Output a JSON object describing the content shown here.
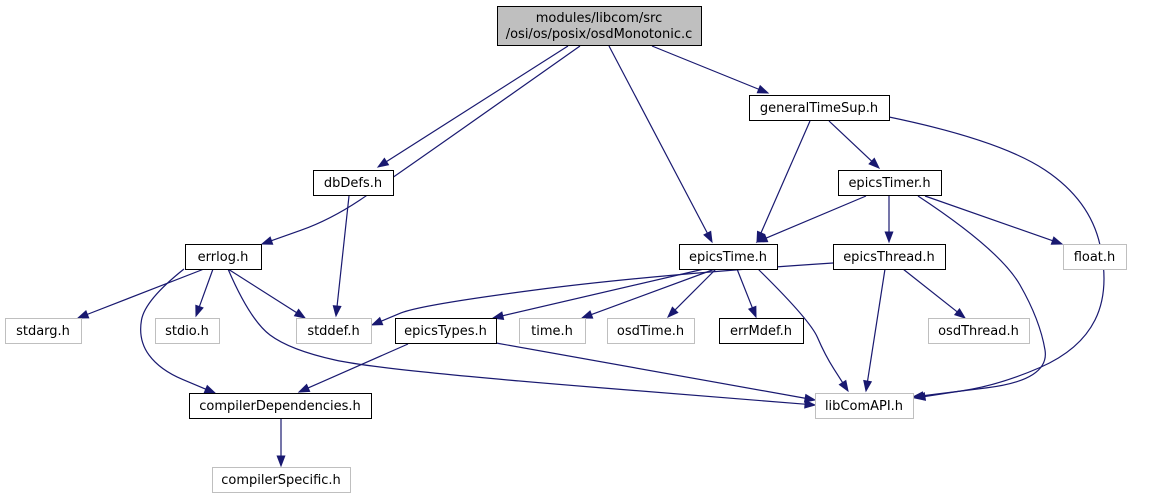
{
  "colors": {
    "root_fill": "#bfbfbf",
    "root_border": "#000000",
    "local_fill": "#ffffff",
    "local_border": "#000000",
    "external_fill": "#ffffff",
    "external_border": "#bfbfbf",
    "edge": "#191970",
    "text": "#000000"
  },
  "nodes": [
    {
      "id": "root",
      "kind": "root",
      "lines": [
        "modules/libcom/src",
        "/osi/os/posix/osdMonotonic.c"
      ]
    },
    {
      "id": "generalTimeSup",
      "kind": "local",
      "lines": [
        "generalTimeSup.h"
      ]
    },
    {
      "id": "dbDefs",
      "kind": "local",
      "lines": [
        "dbDefs.h"
      ]
    },
    {
      "id": "epicsTimer",
      "kind": "local",
      "lines": [
        "epicsTimer.h"
      ]
    },
    {
      "id": "errlog",
      "kind": "local",
      "lines": [
        "errlog.h"
      ]
    },
    {
      "id": "epicsTime",
      "kind": "local",
      "lines": [
        "epicsTime.h"
      ]
    },
    {
      "id": "epicsThread",
      "kind": "local",
      "lines": [
        "epicsThread.h"
      ]
    },
    {
      "id": "float",
      "kind": "external",
      "lines": [
        "float.h"
      ]
    },
    {
      "id": "stdarg",
      "kind": "external",
      "lines": [
        "stdarg.h"
      ]
    },
    {
      "id": "stdio",
      "kind": "external",
      "lines": [
        "stdio.h"
      ]
    },
    {
      "id": "stddef",
      "kind": "external",
      "lines": [
        "stddef.h"
      ]
    },
    {
      "id": "epicsTypes",
      "kind": "local",
      "lines": [
        "epicsTypes.h"
      ]
    },
    {
      "id": "time",
      "kind": "external",
      "lines": [
        "time.h"
      ]
    },
    {
      "id": "osdTime",
      "kind": "external",
      "lines": [
        "osdTime.h"
      ]
    },
    {
      "id": "errMdef",
      "kind": "local",
      "lines": [
        "errMdef.h"
      ]
    },
    {
      "id": "osdThread",
      "kind": "external",
      "lines": [
        "osdThread.h"
      ]
    },
    {
      "id": "compilerDependencies",
      "kind": "local",
      "lines": [
        "compilerDependencies.h"
      ]
    },
    {
      "id": "libComAPI",
      "kind": "external",
      "lines": [
        "libComAPI.h"
      ]
    },
    {
      "id": "compilerSpecific",
      "kind": "external",
      "lines": [
        "compilerSpecific.h"
      ]
    }
  ],
  "edges": [
    {
      "from": "root",
      "to": "generalTimeSup"
    },
    {
      "from": "root",
      "to": "dbDefs"
    },
    {
      "from": "root",
      "to": "errlog"
    },
    {
      "from": "root",
      "to": "epicsTime"
    },
    {
      "from": "generalTimeSup",
      "to": "epicsTime"
    },
    {
      "from": "generalTimeSup",
      "to": "epicsTimer"
    },
    {
      "from": "generalTimeSup",
      "to": "libComAPI"
    },
    {
      "from": "dbDefs",
      "to": "stddef"
    },
    {
      "from": "epicsTimer",
      "to": "epicsTime"
    },
    {
      "from": "epicsTimer",
      "to": "epicsThread"
    },
    {
      "from": "epicsTimer",
      "to": "float"
    },
    {
      "from": "epicsTimer",
      "to": "libComAPI"
    },
    {
      "from": "errlog",
      "to": "stdarg"
    },
    {
      "from": "errlog",
      "to": "stdio"
    },
    {
      "from": "errlog",
      "to": "stddef"
    },
    {
      "from": "errlog",
      "to": "compilerDependencies"
    },
    {
      "from": "errlog",
      "to": "libComAPI"
    },
    {
      "from": "epicsTime",
      "to": "epicsTypes"
    },
    {
      "from": "epicsTime",
      "to": "time"
    },
    {
      "from": "epicsTime",
      "to": "osdTime"
    },
    {
      "from": "epicsTime",
      "to": "errMdef"
    },
    {
      "from": "epicsTime",
      "to": "libComAPI"
    },
    {
      "from": "epicsThread",
      "to": "stddef"
    },
    {
      "from": "epicsThread",
      "to": "osdThread"
    },
    {
      "from": "epicsThread",
      "to": "libComAPI"
    },
    {
      "from": "epicsTypes",
      "to": "compilerDependencies"
    },
    {
      "from": "epicsTypes",
      "to": "libComAPI"
    },
    {
      "from": "compilerDependencies",
      "to": "compilerSpecific"
    }
  ]
}
